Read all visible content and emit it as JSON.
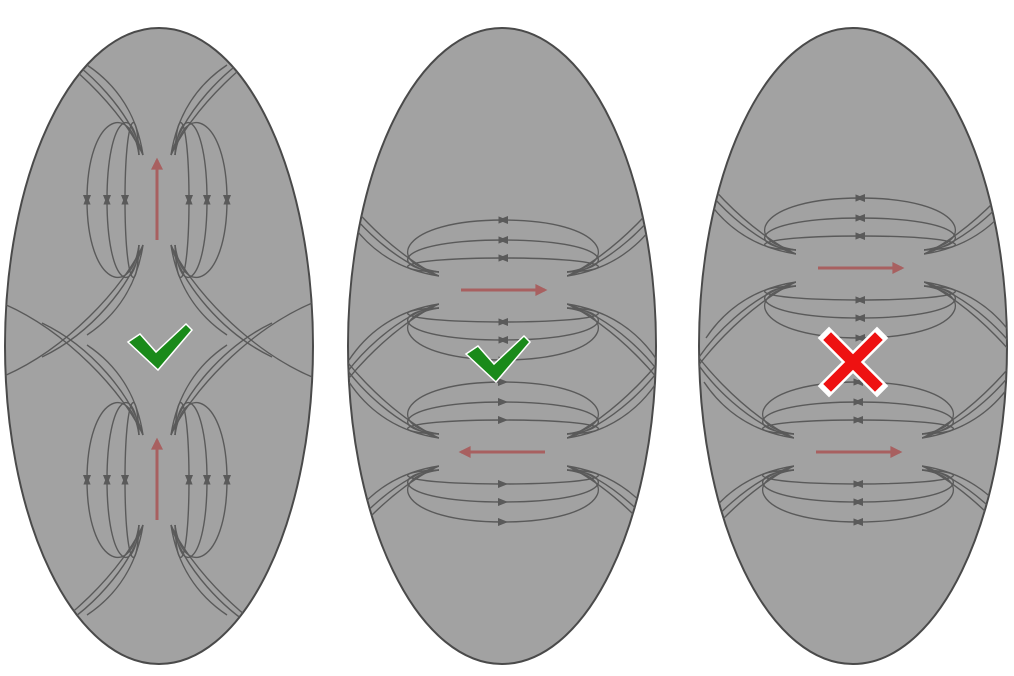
{
  "colors": {
    "background": "#ffffff",
    "ellipse_fill": "#a2a2a2",
    "ellipse_stroke": "#4a4a4a",
    "field_line": "#5a5a5a",
    "magnet_arrow": "#a86060",
    "check": "#1a8a1a",
    "cross": "#ee1111"
  },
  "panels": [
    {
      "orientation": "vertical",
      "top_direction": "up",
      "bottom_direction": "up",
      "verdict": "check"
    },
    {
      "orientation": "horizontal",
      "top_direction": "right",
      "bottom_direction": "left",
      "verdict": "check"
    },
    {
      "orientation": "horizontal",
      "top_direction": "right",
      "bottom_direction": "right",
      "verdict": "cross"
    }
  ],
  "icons": [
    "magnet-arrow-icon",
    "field-line-arrow-icon",
    "checkmark-icon",
    "cross-icon"
  ]
}
